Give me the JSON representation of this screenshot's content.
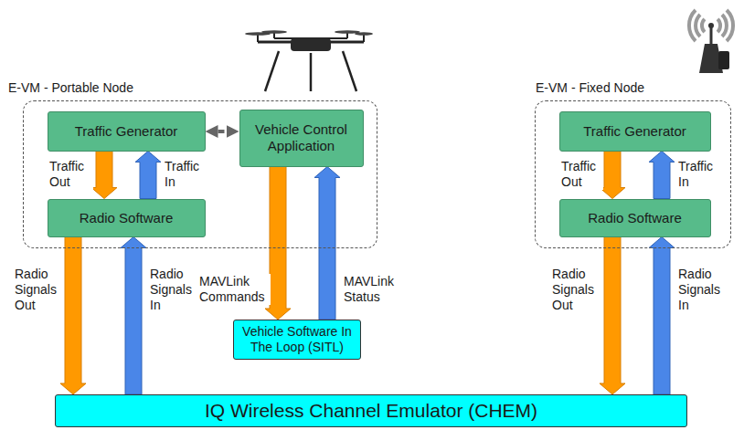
{
  "diagram": {
    "nodes": [
      {
        "text": [
          "E-VM - Portable Node"
        ]
      },
      {
        "text": [
          "Traffic Generator"
        ],
        "in": 0
      },
      {
        "text": [
          "Radio Software"
        ],
        "in": 0
      },
      {
        "text": [
          "Vehicle Control Application"
        ],
        "in": 0
      },
      {
        "text": [
          "Vehicle Software In The Loop (SITL)"
        ]
      },
      {
        "text": [
          "E-VM - Fixed Node"
        ]
      },
      {
        "text": [
          "Traffic Generator"
        ],
        "in": 5
      },
      {
        "text": [
          "Radio Software"
        ],
        "in": 5
      },
      {
        "text": [
          "IQ Wireless Channel Emulator (CHEM)"
        ]
      }
    ],
    "edges": [
      {
        "from": 1,
        "to": 2,
        "arrow": "to",
        "label": "Traffic Out"
      },
      {
        "from": 2,
        "to": 1,
        "arrow": "to",
        "label": "Traffic In"
      },
      {
        "from": 1,
        "to": 3,
        "arrow": "both"
      },
      {
        "from": 3,
        "to": 4,
        "arrow": "to",
        "label": "MAVLink Commands"
      },
      {
        "from": 4,
        "to": 3,
        "arrow": "to",
        "label": "MAVLink Status"
      },
      {
        "from": 2,
        "to": 8,
        "arrow": "to",
        "label": "Radio Signals Out"
      },
      {
        "from": 8,
        "to": 2,
        "arrow": "to",
        "label": "Radio Signals In"
      },
      {
        "from": 6,
        "to": 7,
        "arrow": "to",
        "label": "Traffic Out"
      },
      {
        "from": 7,
        "to": 6,
        "arrow": "to",
        "label": "Traffic In"
      },
      {
        "from": 7,
        "to": 8,
        "arrow": "to",
        "label": "Radio Signals Out"
      },
      {
        "from": 8,
        "to": 7,
        "arrow": "to",
        "label": "Radio Signals In"
      }
    ]
  }
}
